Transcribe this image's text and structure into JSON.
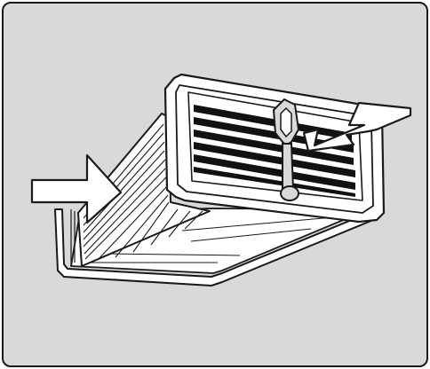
{
  "figure": {
    "background_color": "#ffffff",
    "panel_color": "#d9d9d9",
    "outline_color": "#1a1a1a",
    "housing_fill": "#ffffff",
    "slot_color": "#111111",
    "handle_fill": "#d9d9d9",
    "arrow_fill": "#ffffff",
    "parts": [
      {
        "id": "filter-housing",
        "icon": "box-housing-icon"
      },
      {
        "id": "pleated-filter",
        "icon": "pleated-filter-icon"
      },
      {
        "id": "front-grille",
        "icon": "grille-icon"
      },
      {
        "id": "pull-handle",
        "icon": "handle-icon"
      },
      {
        "id": "arrow-left",
        "icon": "arrow-right-icon"
      },
      {
        "id": "arrow-right",
        "icon": "arrow-left-icon"
      }
    ]
  }
}
